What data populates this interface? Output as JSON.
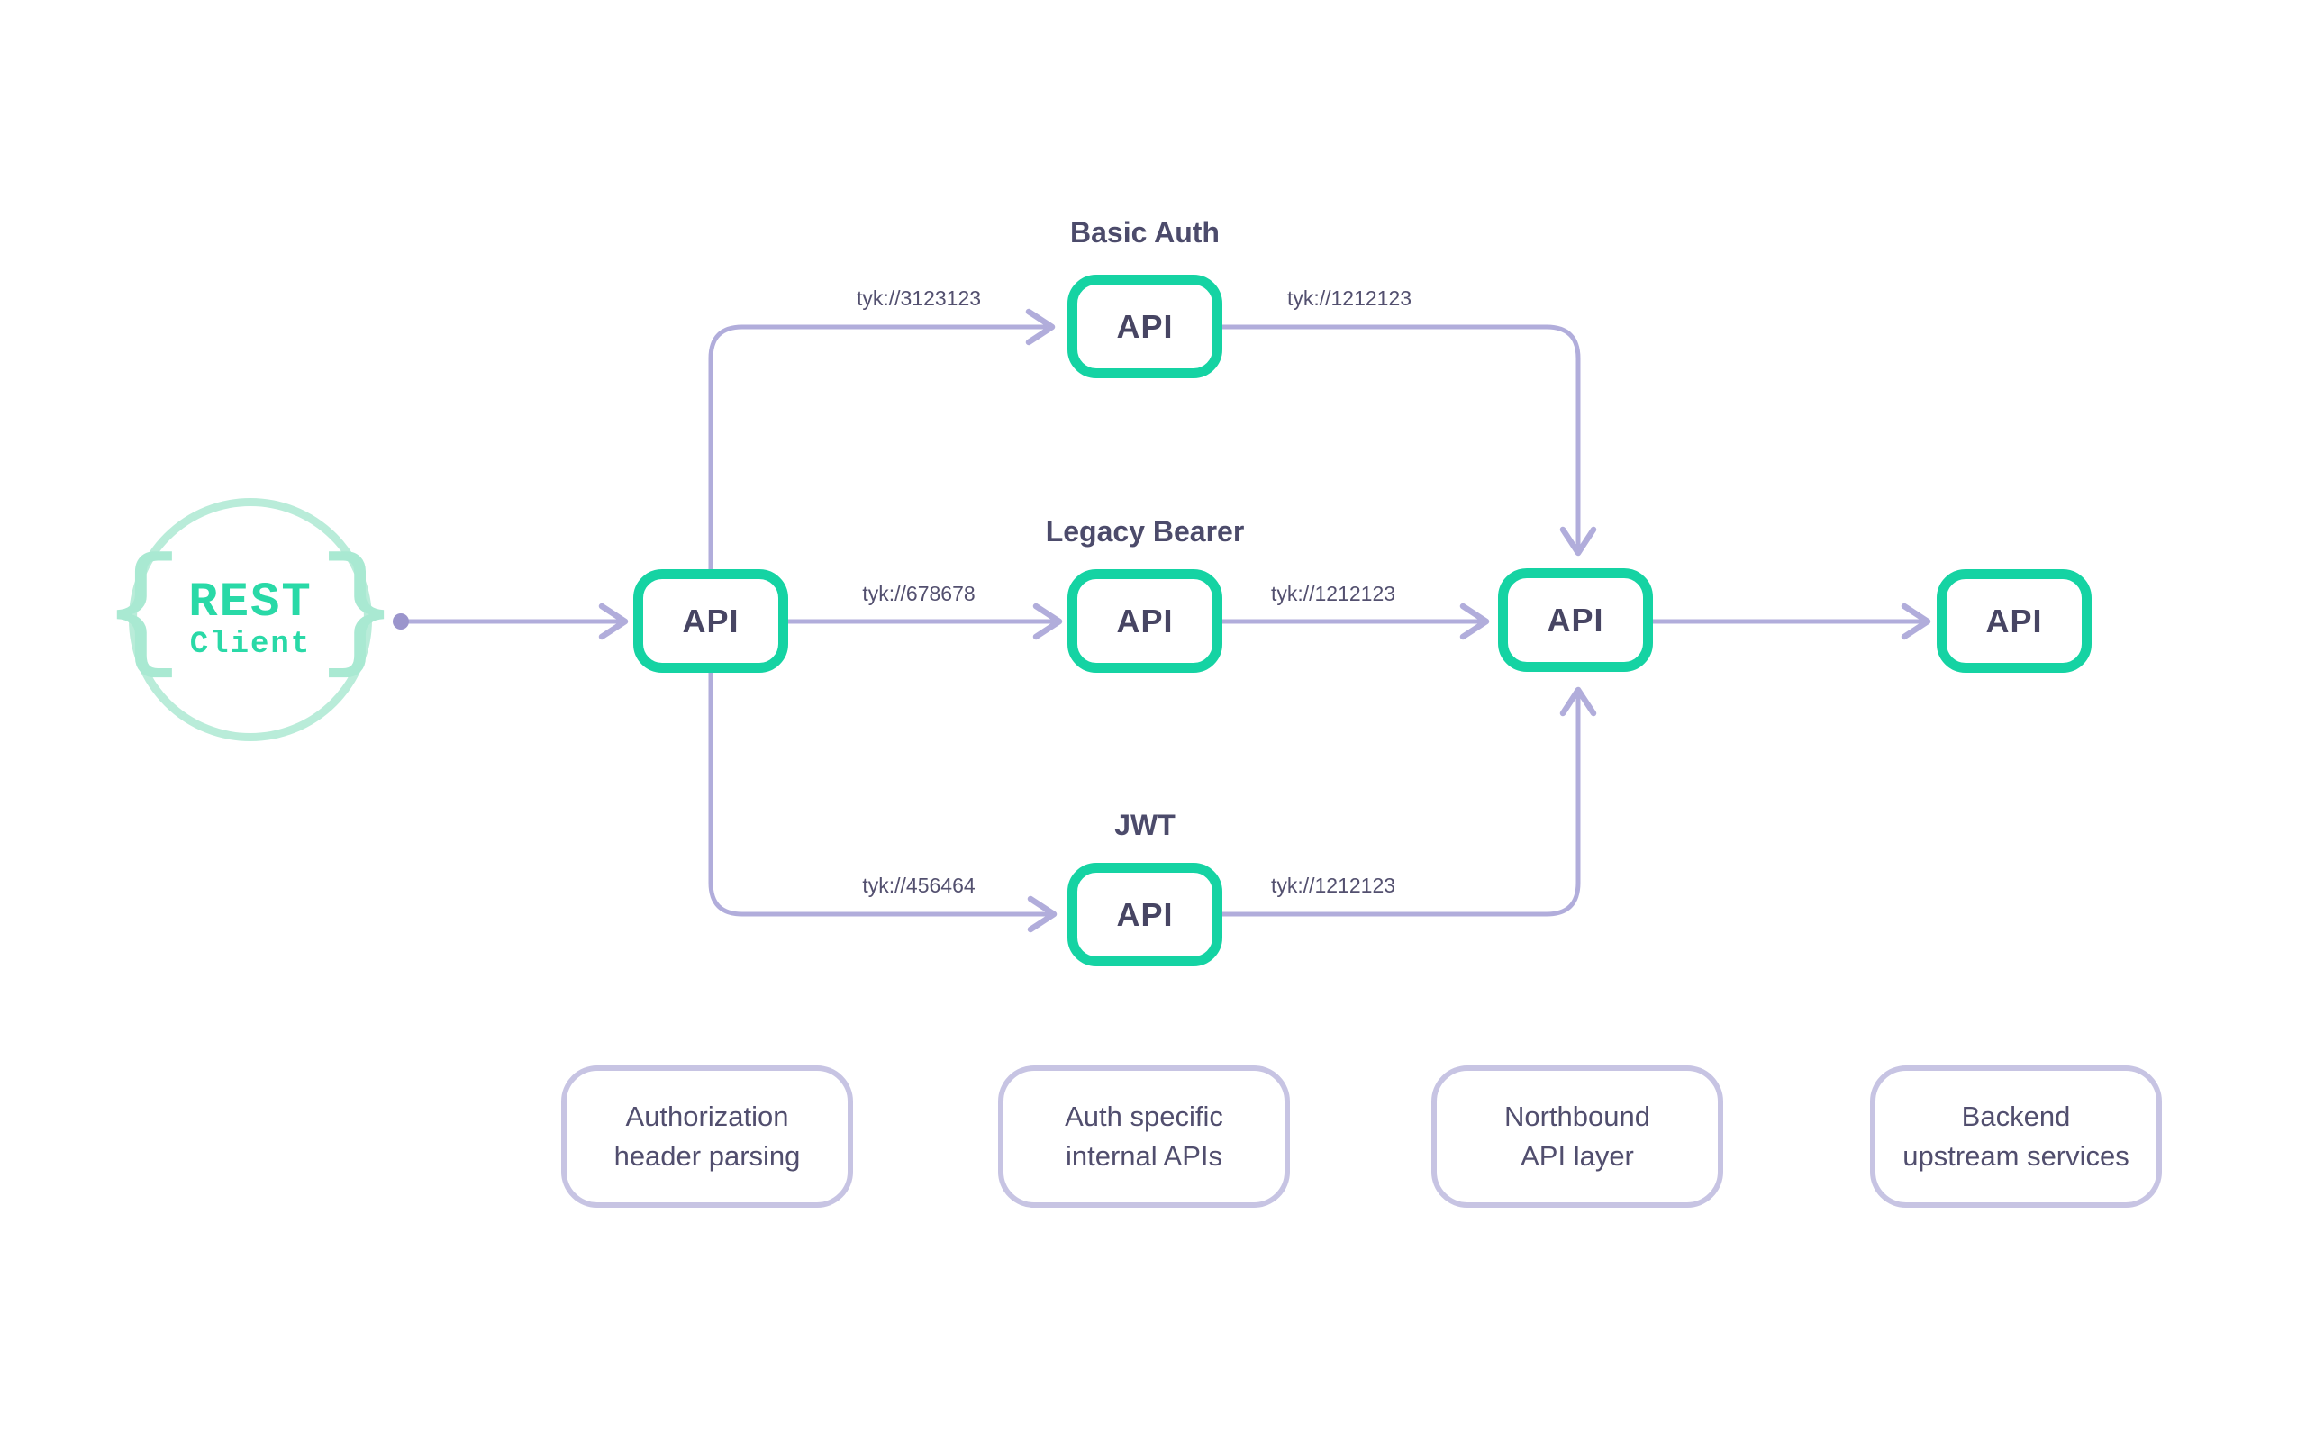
{
  "colors": {
    "accent_teal": "#15d3a3",
    "mint_ring": "#b9ecd9",
    "mint_brace": "#a9e9d2",
    "teal_text": "#29d9a7",
    "connector_lavender": "#b1addb",
    "dot_lavender": "#9b95cc",
    "note_border": "#c7c4e3",
    "ink": "#4c4b6b"
  },
  "client": {
    "brace_left": "{",
    "brace_right": "}",
    "name_line1": "REST",
    "name_line2": "Client"
  },
  "columns": {
    "auth_parsing": {
      "api_label": "API"
    },
    "internal": {
      "basic": {
        "title": "Basic Auth",
        "api_label": "API"
      },
      "legacy": {
        "title": "Legacy Bearer",
        "api_label": "API"
      },
      "jwt": {
        "title": "JWT",
        "api_label": "API"
      }
    },
    "northbound": {
      "api_label": "API"
    },
    "backend": {
      "api_label": "API"
    }
  },
  "edges": {
    "gateway_to_basic": "tyk://3123123",
    "gateway_to_legacy": "tyk://678678",
    "gateway_to_jwt": "tyk://456464",
    "basic_to_northbound": "tyk://1212123",
    "legacy_to_northbound": "tyk://1212123",
    "jwt_to_northbound": "tyk://1212123"
  },
  "footnotes": [
    {
      "line1": "Authorization",
      "line2": "header parsing"
    },
    {
      "line1": "Auth specific",
      "line2": "internal APIs"
    },
    {
      "line1": "Northbound",
      "line2": "API layer"
    },
    {
      "line1": "Backend",
      "line2": "upstream services"
    }
  ]
}
